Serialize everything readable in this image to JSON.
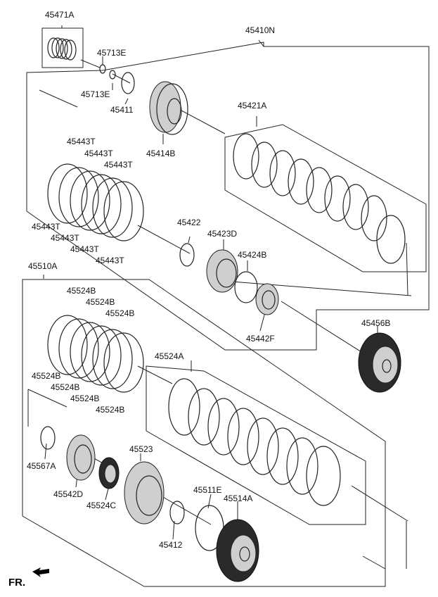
{
  "labels": {
    "p45471A": "45471A",
    "p45410N": "45410N",
    "p45713E_top": "45713E",
    "p45713E_bot": "45713E",
    "p45411": "45411",
    "p45414B": "45414B",
    "p45421A": "45421A",
    "p45443T": "45443T",
    "p45422": "45422",
    "p45423D": "45423D",
    "p45424B": "45424B",
    "p45442F": "45442F",
    "p45456B": "45456B",
    "p45510A": "45510A",
    "p45524B": "45524B",
    "p45524A": "45524A",
    "p45567A": "45567A",
    "p45542D": "45542D",
    "p45523": "45523",
    "p45524C": "45524C",
    "p45412": "45412",
    "p45511E": "45511E",
    "p45514A": "45514A"
  },
  "footer": {
    "fr": "FR."
  }
}
